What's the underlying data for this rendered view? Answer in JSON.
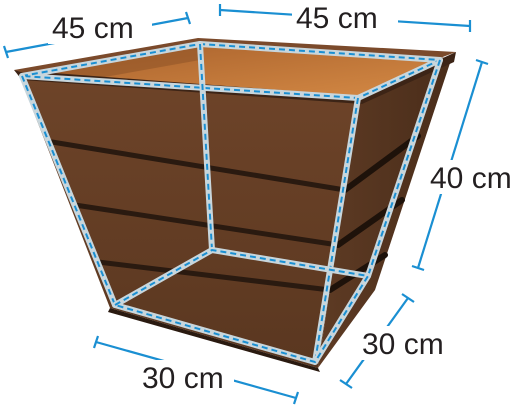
{
  "dimensions": {
    "top_left": "45 cm",
    "top_right": "45 cm",
    "height": "40 cm",
    "bottom_right": "30 cm",
    "bottom_front": "30 cm"
  },
  "colors": {
    "wood_dark": "#5b3a25",
    "wood_mid": "#6a4329",
    "wood_shadow": "#2a1a10",
    "soil": "#c0783a",
    "edge_light": "#c8d6dc",
    "dash_blue": "#1a8fd2",
    "text": "#231f20"
  }
}
